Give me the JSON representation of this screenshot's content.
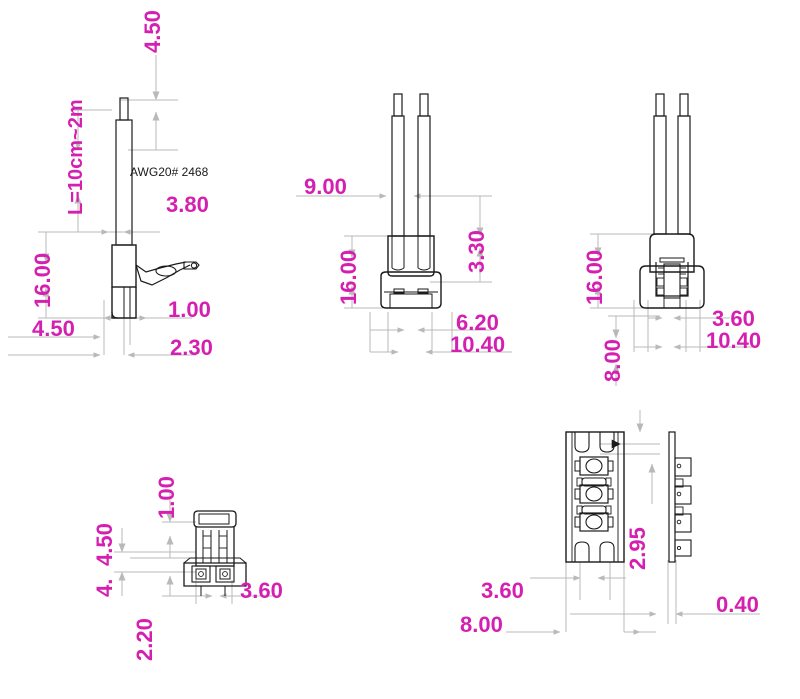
{
  "drawing": {
    "title": "Wire harness connector assembly technical drawing",
    "units": "mm",
    "accent_color": "#d41fb0",
    "line_color": "#1a1a1a",
    "dim_line_color": "#b9b9b9",
    "background": "#ffffff"
  },
  "notes": {
    "wire_spec": "AWG20# 2468",
    "wire_length": "L=10cm~2m"
  },
  "views": {
    "view1": {
      "name": "side-view-with-wire",
      "dims": {
        "d_top": "4.50",
        "d_wire_offset": "3.80",
        "d_body_height": "16.00",
        "d_lead": "1.00",
        "d_left": "4.50",
        "d_width": "2.30"
      }
    },
    "view2": {
      "name": "front-view-two-wires",
      "dims": {
        "d_wire_span": "9.00",
        "d_neck": "3.30",
        "d_height": "16.00",
        "d_pin_pitch": "6.20",
        "d_overall_width": "10.40"
      }
    },
    "view3": {
      "name": "rear-view-latch",
      "dims": {
        "d_height": "16.00",
        "d_depth": "8.00",
        "d_pin_pitch": "3.60",
        "d_overall_width": "10.40"
      }
    },
    "view4": {
      "name": "bottom-end-view",
      "dims": {
        "d_top_tab": "1.00",
        "d_mid": "4.50",
        "d_lower": "4.",
        "d_base": "2.20",
        "d_width": "3.60"
      }
    },
    "view5": {
      "name": "led-strip-view",
      "dims": {
        "d_strip_height": "2.95",
        "d_pad_pitch": "3.60",
        "d_strip_width": "8.00",
        "d_thickness": "0.40"
      }
    }
  }
}
